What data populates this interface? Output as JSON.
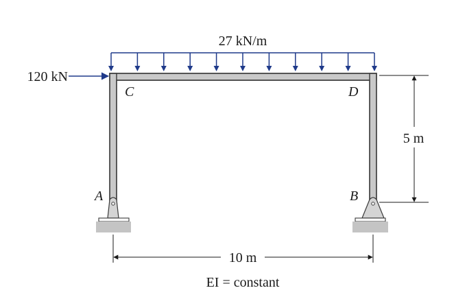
{
  "load": {
    "distributed": "27 kN/m",
    "horizontal": "120 kN",
    "color": "#1f3a8a",
    "arrow_count": 11
  },
  "nodes": {
    "A": "A",
    "B": "B",
    "C": "C",
    "D": "D"
  },
  "dimensions": {
    "height": "5 m",
    "span": "10 m"
  },
  "property": "EI = constant",
  "colors": {
    "member_fill": "#c9c9c9",
    "member_edge": "#3a3a3a",
    "support_fill": "#d4d4d4",
    "ground_fill": "#c4c4c4"
  }
}
